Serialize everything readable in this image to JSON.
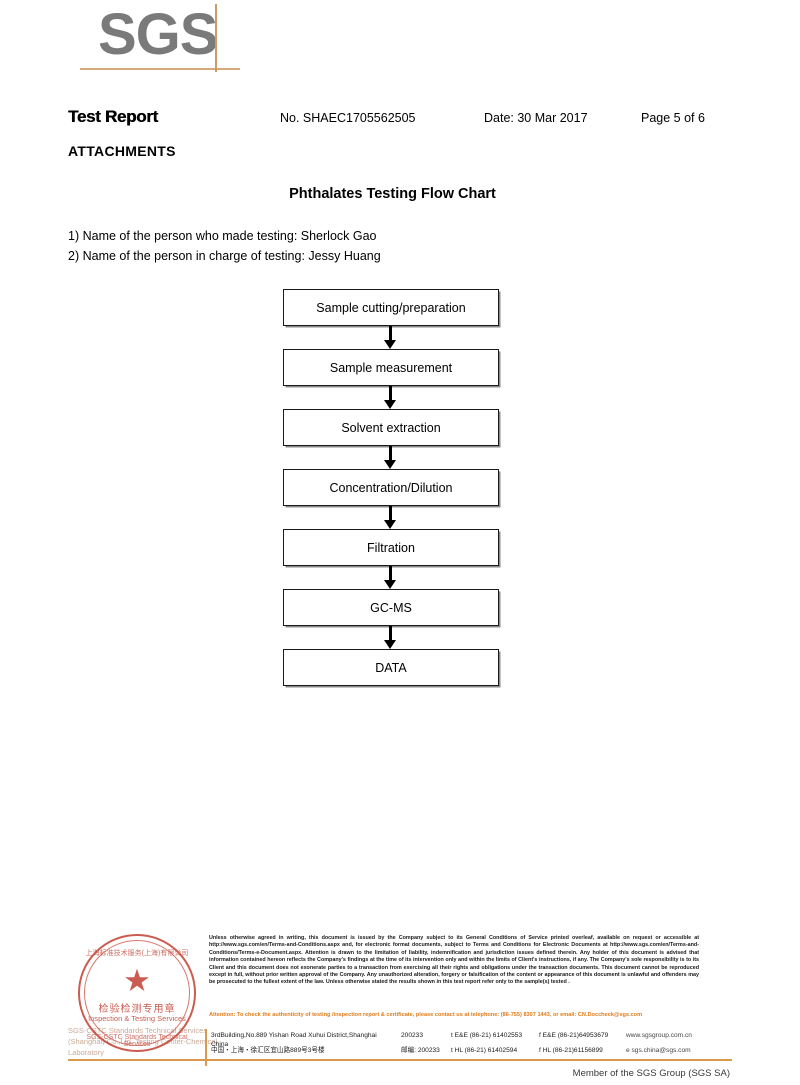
{
  "logo": {
    "text": "SGS",
    "accent_color": "#d8a978",
    "logo_color": "#7a7a7a"
  },
  "header": {
    "title": "Test Report",
    "report_no": "No. SHAEC1705562505",
    "date": "Date: 30 Mar 2017",
    "page": "Page 5 of 6",
    "section": "ATTACHMENTS"
  },
  "content": {
    "chart_title": "Phthalates Testing Flow Chart",
    "notes": [
      "1) Name of the person who made testing: Sherlock Gao",
      "2) Name of the person in charge of testing: Jessy Huang"
    ]
  },
  "chart_data": {
    "type": "diagram",
    "title": "Phthalates Testing Flow Chart",
    "orientation": "vertical",
    "nodes": [
      "Sample cutting/preparation",
      "Sample measurement",
      "Solvent extraction",
      "Concentration/Dilution",
      "Filtration",
      "GC-MS",
      "DATA"
    ],
    "edges": [
      [
        "Sample cutting/preparation",
        "Sample measurement"
      ],
      [
        "Sample measurement",
        "Solvent extraction"
      ],
      [
        "Solvent extraction",
        "Concentration/Dilution"
      ],
      [
        "Concentration/Dilution",
        "Filtration"
      ],
      [
        "Filtration",
        "GC-MS"
      ],
      [
        "GC-MS",
        "DATA"
      ]
    ]
  },
  "footer": {
    "stamp": {
      "arc_top": "上海标准技术服务(上海)有限公司",
      "star": "★",
      "chinese_label": "检验检测专用章",
      "english_label": "Inspection & Testing Services",
      "arc_bottom": "SGS-CSTC Standards Technical Services",
      "color": "#c0392b"
    },
    "ghost_text": "SGS-CSTC Standards Technical Services (Shanghai) Co.,Ltd. Testing Center-Chemical Laboratory",
    "legal": "Unless otherwise agreed in writing, this document is issued by the Company subject to its General Conditions of Service printed overleaf, available on request or accessible at http://www.sgs.com/en/Terms-and-Conditions.aspx and, for electronic format documents, subject to Terms and Conditions for Electronic Documents at http://www.sgs.com/en/Terms-and-Conditions/Terms-e-Document.aspx. Attention is drawn to the limitation of liability, indemnification and jurisdiction issues defined therein. Any holder of this document is advised that information contained hereon reflects the Company's findings at the time of its intervention only and within the limits of Client's instructions, if any. The Company's sole responsibility is to its Client and this document does not exonerate parties to a transaction from exercising all their rights and obligations under the transaction documents. This document cannot be reproduced except in full, without prior written approval of the Company. Any unauthorized alteration, forgery or falsification of the content or appearance of this document is unlawful and offenders may be prosecuted to the fullest extent of the law. Unless otherwise stated the results shown in this test report refer only to the sample(s) tested .",
    "attention": "Attention: To check the authenticity of testing /inspection report & certificate, please contact us at telephone: (86-755) 8307 1443, or email: CN.Doccheck@sgs.com",
    "address_en": "3rdBuilding,No.889 Yishan Road Xuhui District,Shanghai China",
    "address_cn": "中国・上海・徐汇区宜山路889号3号楼",
    "zip_en": "200233",
    "zip_cn": "邮编: 200233",
    "tel_en": "t E&E (86-21) 61402553",
    "fax_en": "f E&E (86-21)64953679",
    "web_en": "www.sgsgroup.com.cn",
    "tel_cn": "t HL (86-21) 61402594",
    "fax_cn": "f HL (86-21)61156899",
    "web_cn": "e sgs.china@sgs.com",
    "member": "Member of the SGS Group (SGS SA)",
    "accent_color": "#d99a4e"
  }
}
